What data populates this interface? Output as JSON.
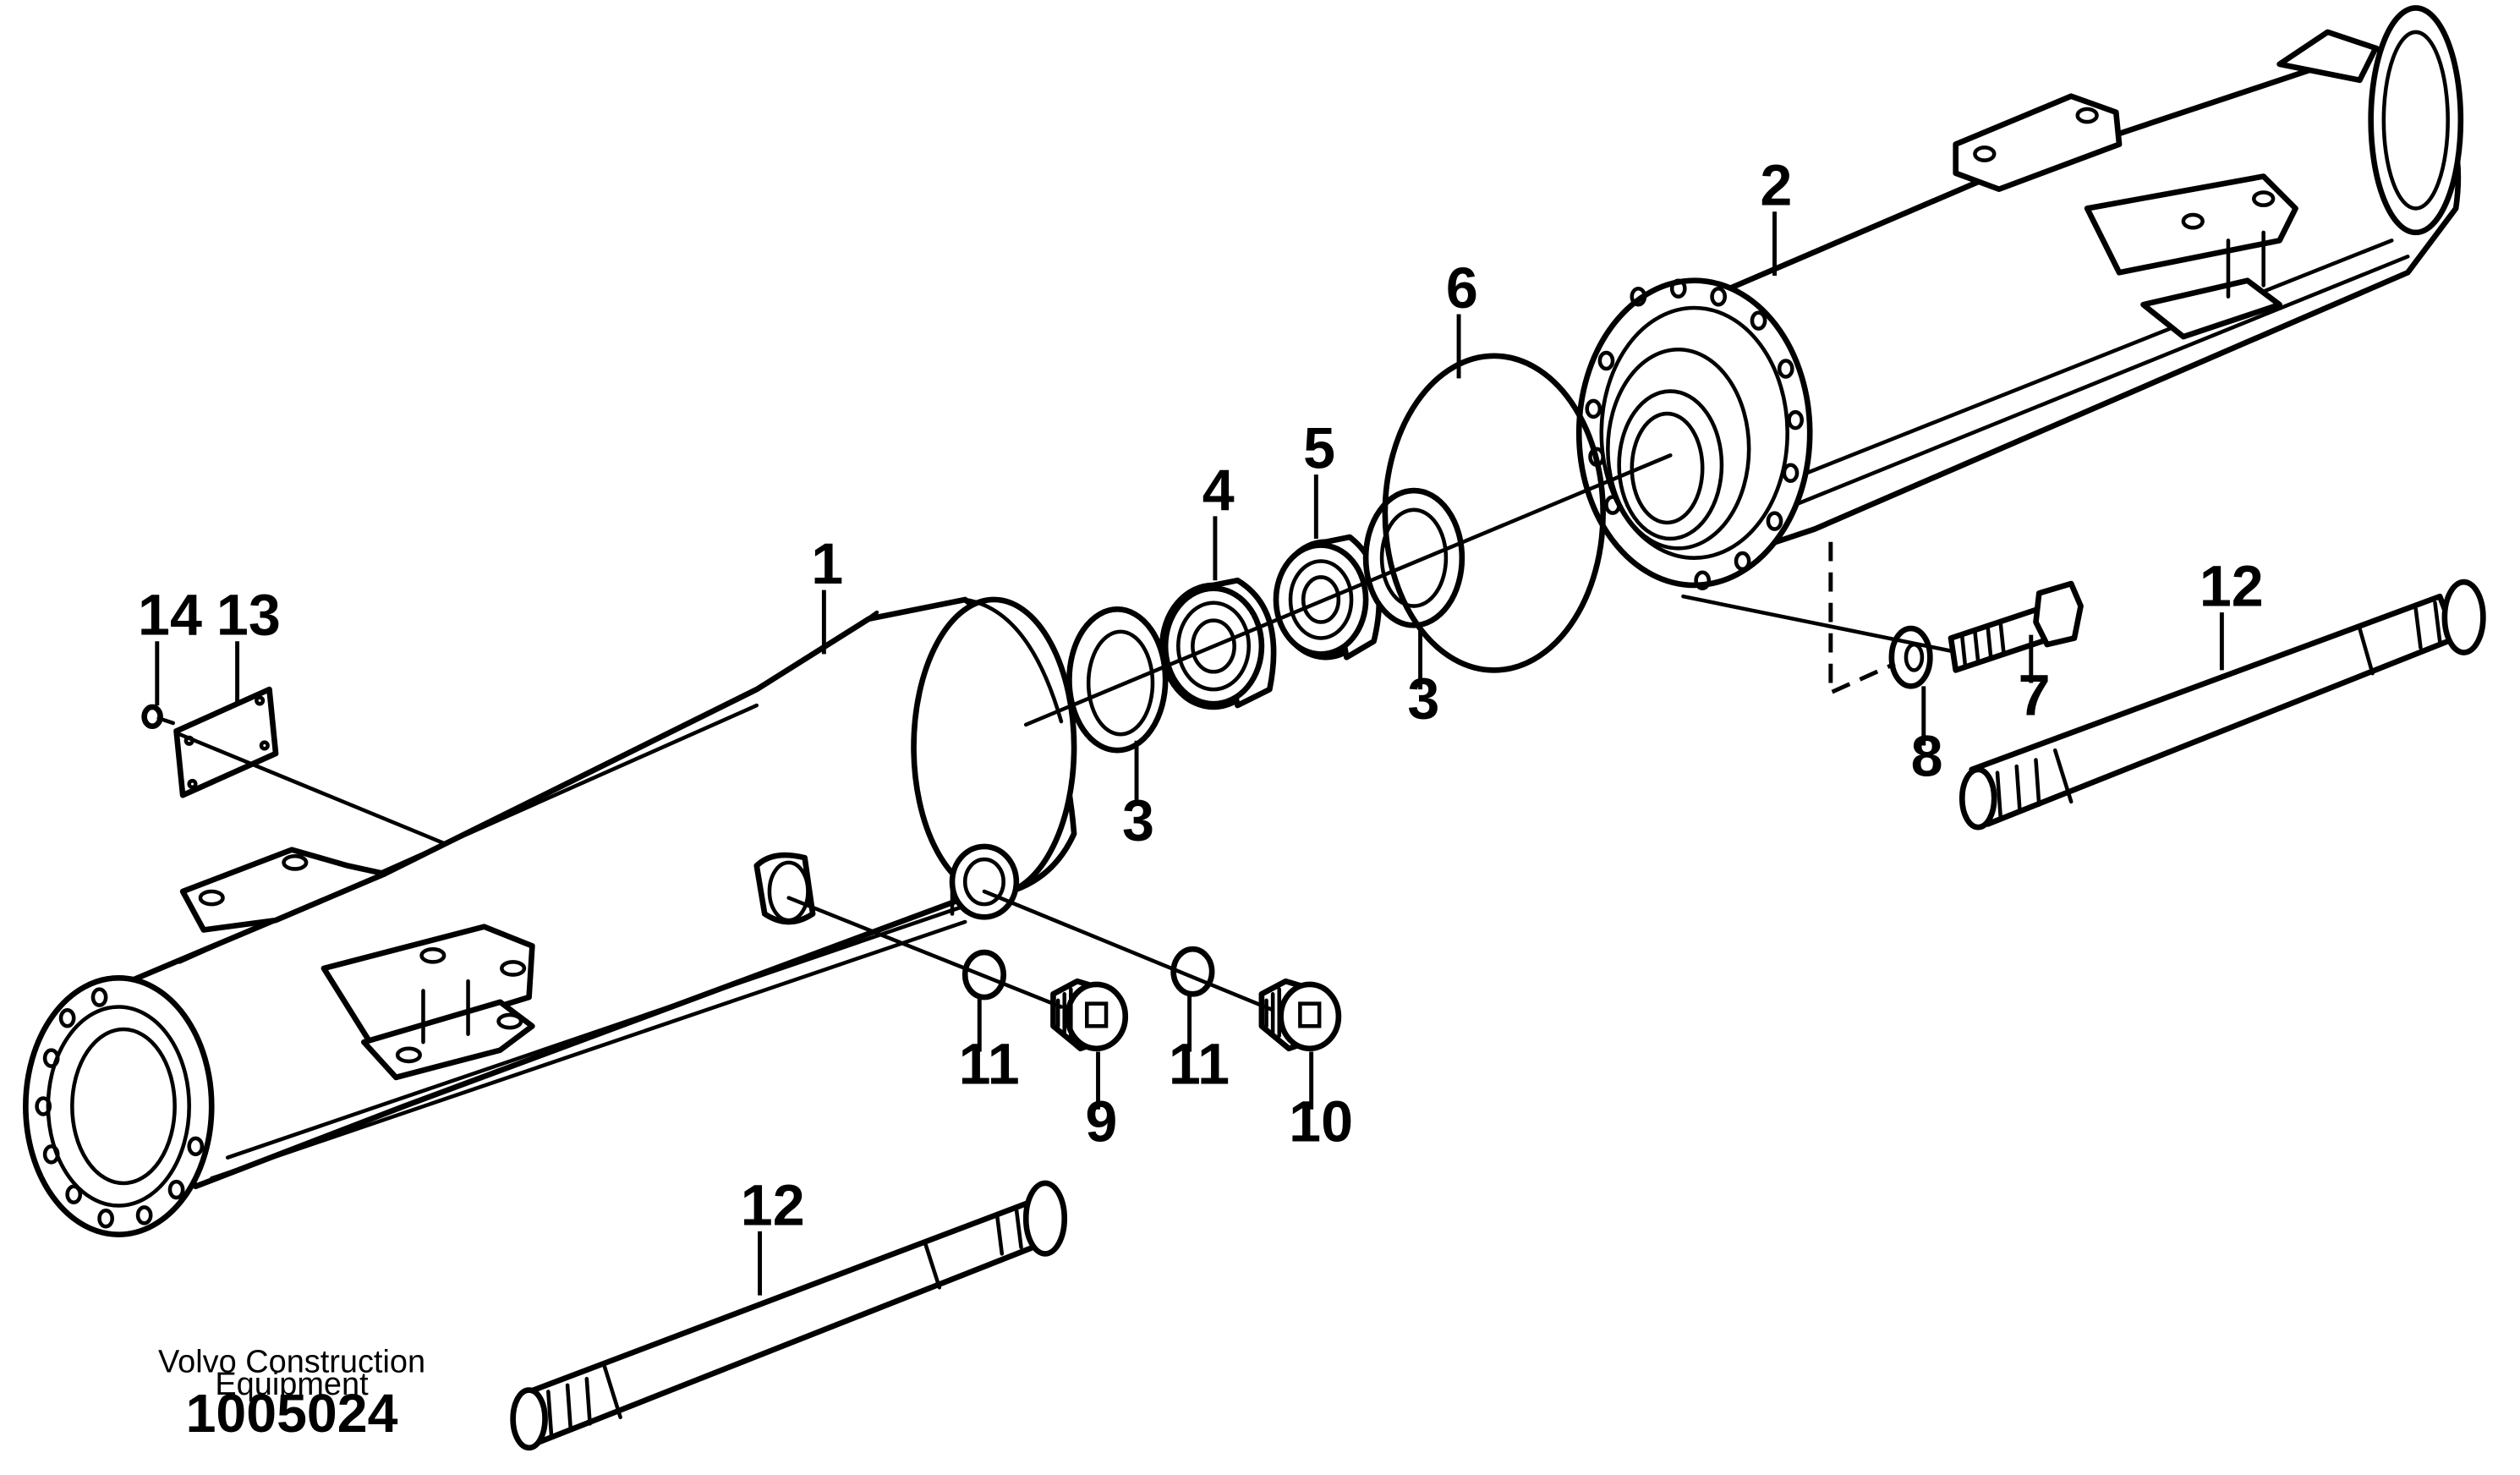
{
  "diagram": {
    "callouts": [
      {
        "id": "c1",
        "label": "1"
      },
      {
        "id": "c2",
        "label": "2"
      },
      {
        "id": "c3a",
        "label": "3"
      },
      {
        "id": "c3b",
        "label": "3"
      },
      {
        "id": "c4",
        "label": "4"
      },
      {
        "id": "c5",
        "label": "5"
      },
      {
        "id": "c6",
        "label": "6"
      },
      {
        "id": "c7",
        "label": "7"
      },
      {
        "id": "c8",
        "label": "8"
      },
      {
        "id": "c9",
        "label": "9"
      },
      {
        "id": "c10",
        "label": "10"
      },
      {
        "id": "c11a",
        "label": "11"
      },
      {
        "id": "c11b",
        "label": "11"
      },
      {
        "id": "c12a",
        "label": "12"
      },
      {
        "id": "c12b",
        "label": "12"
      },
      {
        "id": "c13",
        "label": "13"
      },
      {
        "id": "c14",
        "label": "14"
      }
    ],
    "footer": {
      "brand_line1": "Volvo Construction",
      "brand_line2": "Equipment",
      "drawing_number": "1005024"
    }
  }
}
